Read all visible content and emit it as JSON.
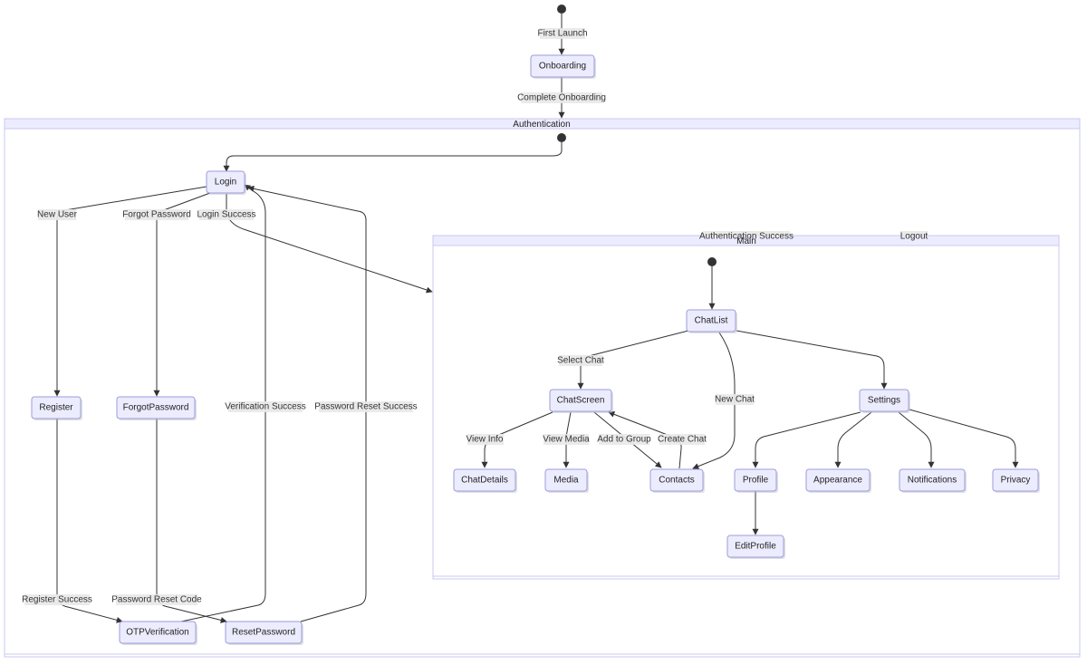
{
  "clusters": {
    "authentication": "Authentication",
    "main": "Main"
  },
  "states": {
    "onboarding": "Onboarding",
    "login": "Login",
    "register": "Register",
    "forgot_password": "ForgotPassword",
    "otp_verification": "OTPVerification",
    "reset_password": "ResetPassword",
    "chat_list": "ChatList",
    "chat_screen": "ChatScreen",
    "settings": "Settings",
    "chat_details": "ChatDetails",
    "media": "Media",
    "contacts": "Contacts",
    "profile": "Profile",
    "appearance": "Appearance",
    "notifications": "Notifications",
    "privacy": "Privacy",
    "edit_profile": "EditProfile"
  },
  "transitions": {
    "first_launch": "First Launch",
    "complete_onboarding": "Complete Onboarding",
    "new_user": "New User",
    "forgot_password": "Forgot Password",
    "login_success": "Login Success",
    "verification_success": "Verification Success",
    "password_reset_success": "Password Reset Success",
    "register_success": "Register Success",
    "password_reset_code": "Password Reset Code",
    "authentication_success": "Authentication Success",
    "logout": "Logout",
    "select_chat": "Select Chat",
    "new_chat": "New Chat",
    "view_info": "View Info",
    "view_media": "View Media",
    "add_to_group": "Add to Group",
    "create_chat": "Create Chat"
  },
  "colors": {
    "node_fill": "#ececff",
    "node_border": "#9b9bd9",
    "edge": "#333333",
    "label_bg": "#e8e8e8"
  }
}
